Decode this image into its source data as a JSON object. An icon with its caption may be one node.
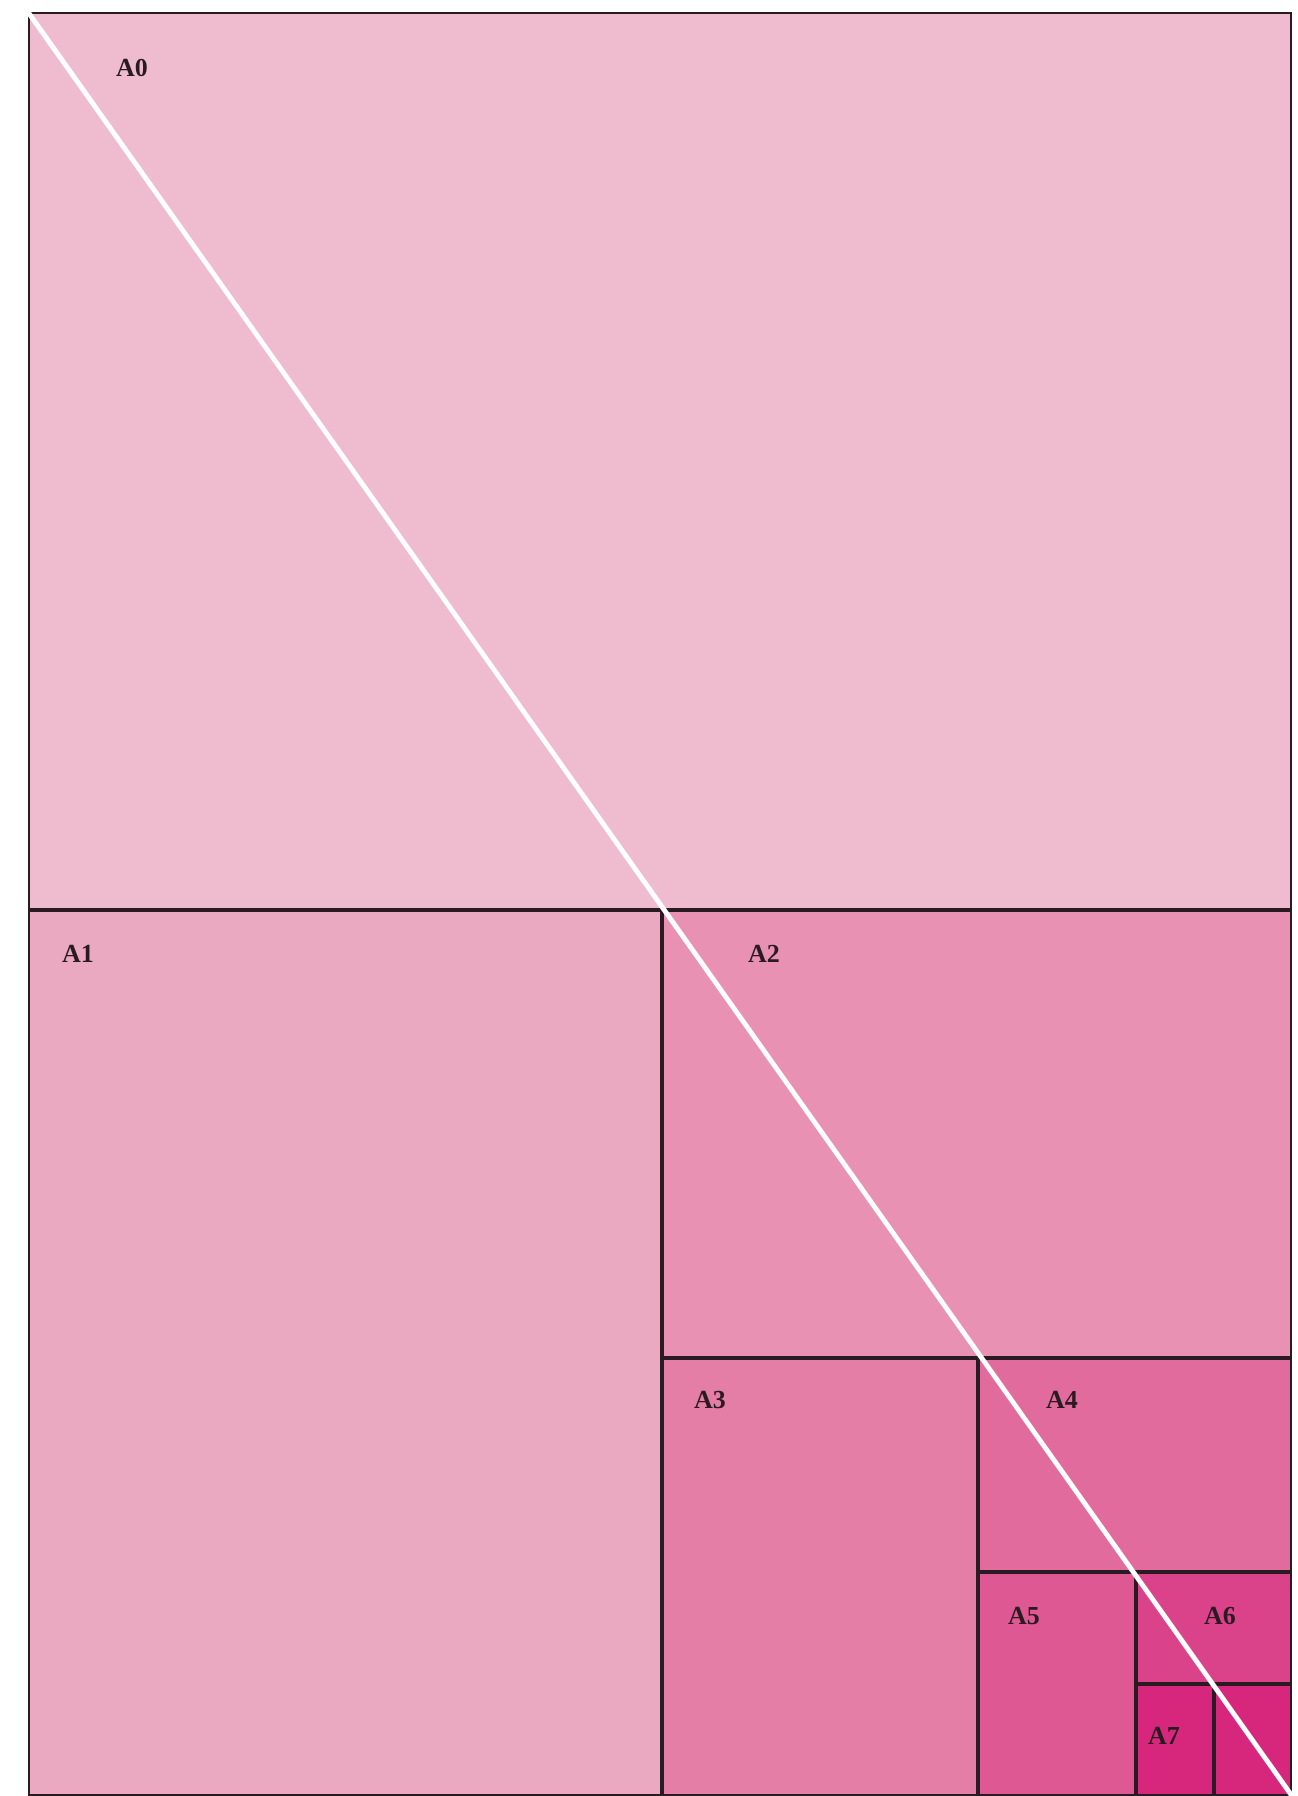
{
  "diagram": {
    "nodes": [
      {
        "text": [
          "A0"
        ]
      },
      {
        "text": [
          "A1"
        ]
      },
      {
        "text": [
          "A2"
        ]
      },
      {
        "text": [
          "A3"
        ]
      },
      {
        "text": [
          "A4"
        ]
      },
      {
        "text": [
          "A5"
        ]
      },
      {
        "text": [
          "A6"
        ]
      },
      {
        "text": [
          "A7"
        ]
      },
      {
        "text": [],
        "shape": "box"
      }
    ],
    "edges": []
  }
}
